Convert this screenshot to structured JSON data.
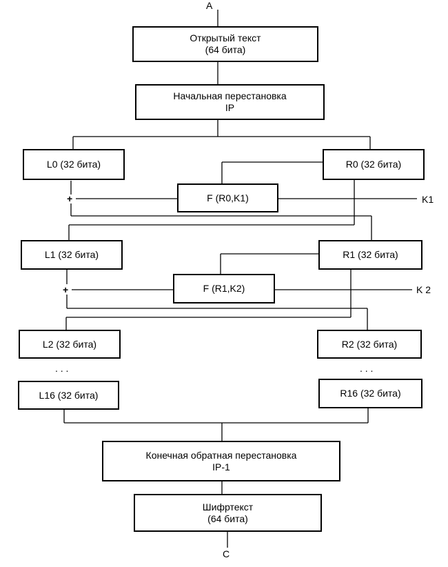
{
  "labels": {
    "input": "A",
    "output": "C",
    "key1": "K1",
    "key2": "K 2",
    "xor": "+",
    "ellipsis": ". . ."
  },
  "boxes": {
    "plaintext": {
      "line1": "Открытый текст",
      "line2": "(64 бита)"
    },
    "ip": {
      "line1": "Начальная перестановка",
      "line2": "IP"
    },
    "l0": "L0 (32 бита)",
    "r0": "R0 (32 бита)",
    "f1": "F (R0,K1)",
    "l1": "L1 (32 бита)",
    "r1": "R1 (32 бита)",
    "f2": "F (R1,K2)",
    "l2": "L2 (32 бита)",
    "r2": "R2 (32 бита)",
    "l16": "L16 (32 бита)",
    "r16": "R16 (32 бита)",
    "fp": {
      "line1": "Конечная обратная перестановка",
      "line2": "IP-1"
    },
    "ciphertext": {
      "line1": "Шифртекст",
      "line2": "(64 бита)"
    }
  }
}
